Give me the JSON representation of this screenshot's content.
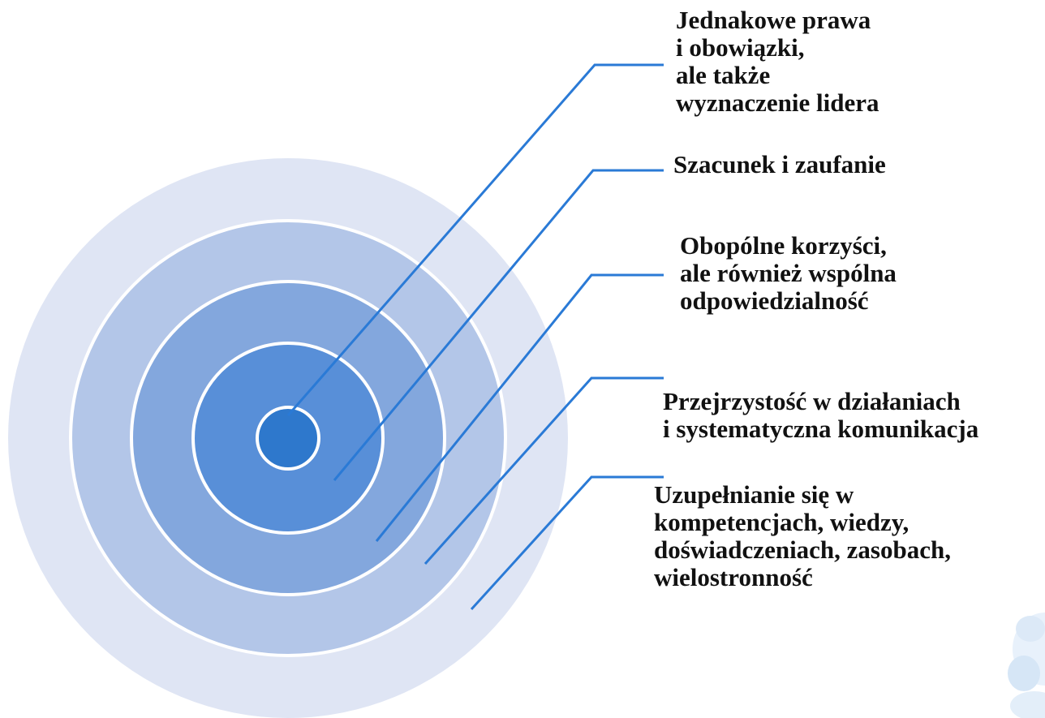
{
  "diagram": {
    "type": "concentric-layers",
    "ring_colors": [
      "#dfe5f4",
      "#b3c6e8",
      "#83a7dd",
      "#588fd8",
      "#2e78cc"
    ],
    "leader_color": "#2a7ad6",
    "labels": [
      {
        "lines": [
          "Jednakowe prawa",
          "i obowiązki,",
          "ale także",
          "wyznaczenie lidera"
        ]
      },
      {
        "lines": [
          "Szacunek i zaufanie"
        ]
      },
      {
        "lines": [
          "Obopólne korzyści,",
          "ale również wspólna",
          "odpowiedzialność"
        ]
      },
      {
        "lines": [
          "Przejrzystość w działaniach",
          "i systematyczna komunikacja"
        ]
      },
      {
        "lines": [
          "Uzupełnianie się w",
          "kompetencjach, wiedzy,",
          "doświadczeniach, zasobach,",
          "wielostronność"
        ]
      }
    ]
  }
}
